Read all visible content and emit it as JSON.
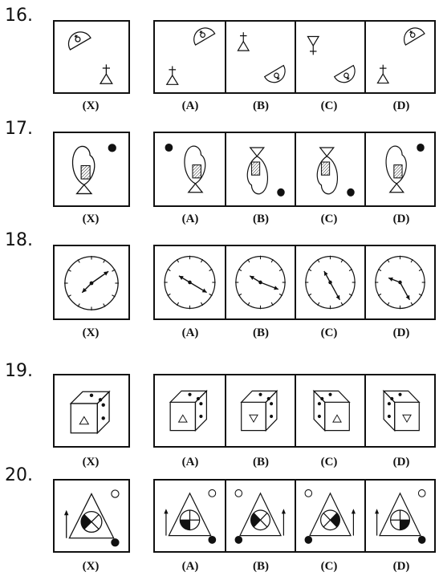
{
  "questions": [
    {
      "number": "16.",
      "labels": [
        "(X)",
        "(A)",
        "(B)",
        "(C)",
        "(D)"
      ]
    },
    {
      "number": "17.",
      "labels": [
        "(X)",
        "(A)",
        "(B)",
        "(C)",
        "(D)"
      ]
    },
    {
      "number": "18.",
      "labels": [
        "(X)",
        "(A)",
        "(B)",
        "(C)",
        "(D)"
      ]
    },
    {
      "number": "19.",
      "labels": [
        "(X)",
        "(A)",
        "(B)",
        "(C)",
        "(D)"
      ]
    },
    {
      "number": "20.",
      "labels": [
        "(X)",
        "(A)",
        "(B)",
        "(C)",
        "(D)"
      ]
    }
  ],
  "colors": {
    "ink": "#111111",
    "background": "#ffffff"
  },
  "figure_icons": [
    "venus-semicircle",
    "triangle-cross",
    "heart-shape",
    "clock-face",
    "die-cube",
    "triangle-circle"
  ]
}
